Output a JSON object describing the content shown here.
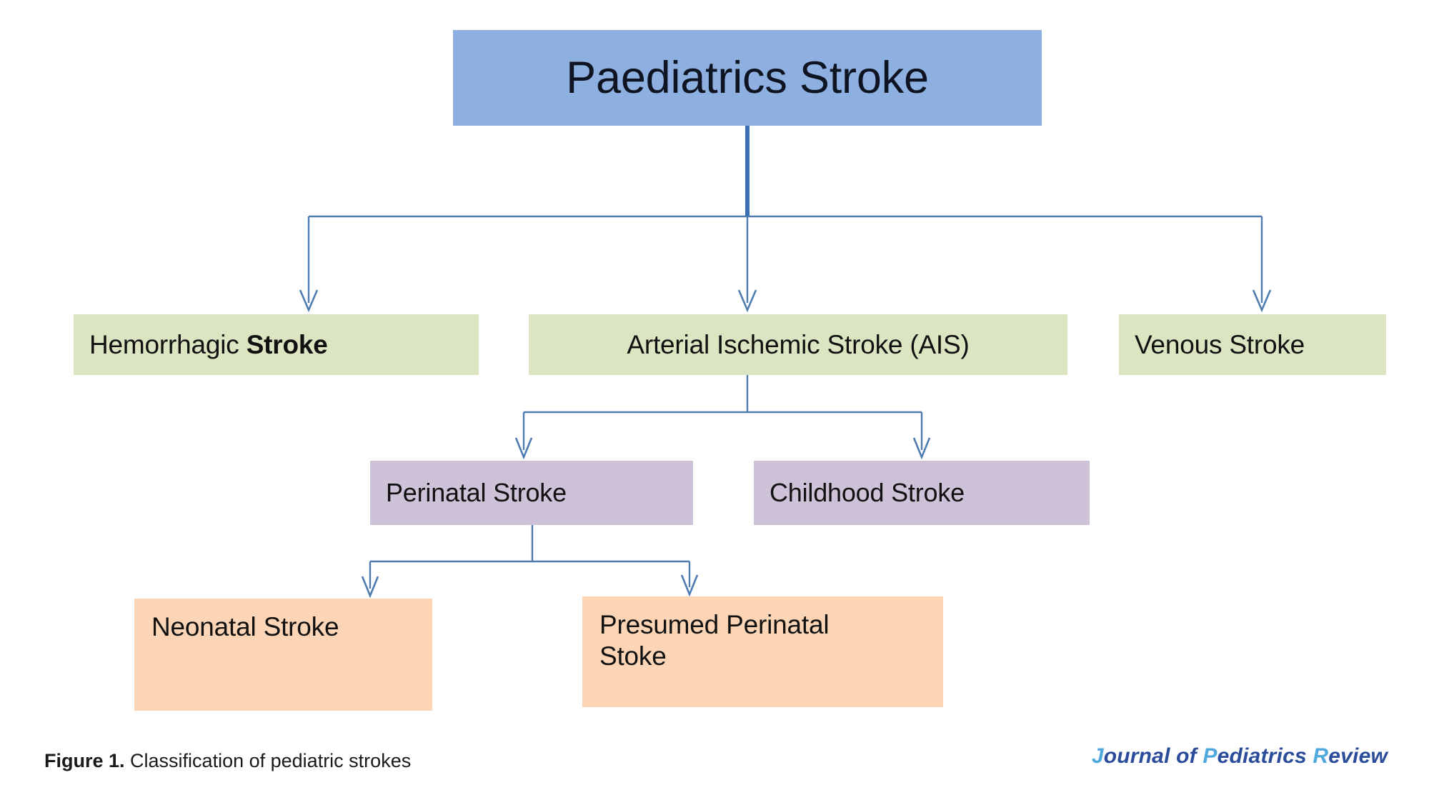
{
  "figure": {
    "caption_label": "Figure 1.",
    "caption_text": "Classification of pediatric strokes",
    "background_color": "#ffffff"
  },
  "journal": {
    "full_text": "Journal of Pediatrics Review",
    "word1_initial": "J",
    "word1_rest": "ournal",
    "word2": "of",
    "word3_initial": "P",
    "word3_rest": "ediatrics",
    "word4_initial": "R",
    "word4_rest": "eview",
    "dark_color": "#2B4C9B",
    "light_color": "#4FA8DE"
  },
  "palette": {
    "root_fill": "#8EB0E0",
    "level2_fill": "#DCE5C2",
    "level3_fill": "#CEC2D8",
    "level4_fill": "#FBD5B5",
    "connector_color": "#4F7CB0",
    "connector_thick_color": "#3A6FB5",
    "text_color": "#111111"
  },
  "diagram": {
    "type": "hierarchy-flowchart",
    "levels": 4,
    "root": {
      "id": "paediatrics-stroke",
      "label": "Paediatrics Stroke"
    },
    "level2": [
      {
        "id": "hemorrhagic-stroke",
        "label_part1": "Hemorrhagic ",
        "label_part2": "Stroke",
        "label": "Hemorrhagic Stroke"
      },
      {
        "id": "arterial-ischemic-stroke",
        "label": "Arterial Ischemic Stroke (AIS)"
      },
      {
        "id": "venous-stroke",
        "label": "Venous Stroke"
      }
    ],
    "level3": [
      {
        "id": "perinatal-stroke",
        "label": "Perinatal Stroke"
      },
      {
        "id": "childhood-stroke",
        "label": "Childhood Stroke"
      }
    ],
    "level4": [
      {
        "id": "neonatal-stroke",
        "label": "Neonatal Stroke"
      },
      {
        "id": "presumed-perinatal-stoke",
        "line1": "Presumed Perinatal",
        "line2": "Stoke",
        "label": "Presumed Perinatal Stoke"
      }
    ],
    "edges": [
      {
        "from": "paediatrics-stroke",
        "to": "hemorrhagic-stroke"
      },
      {
        "from": "paediatrics-stroke",
        "to": "arterial-ischemic-stroke"
      },
      {
        "from": "paediatrics-stroke",
        "to": "venous-stroke"
      },
      {
        "from": "arterial-ischemic-stroke",
        "to": "perinatal-stroke"
      },
      {
        "from": "arterial-ischemic-stroke",
        "to": "childhood-stroke"
      },
      {
        "from": "perinatal-stroke",
        "to": "neonatal-stroke"
      },
      {
        "from": "perinatal-stroke",
        "to": "presumed-perinatal-stoke"
      }
    ]
  }
}
